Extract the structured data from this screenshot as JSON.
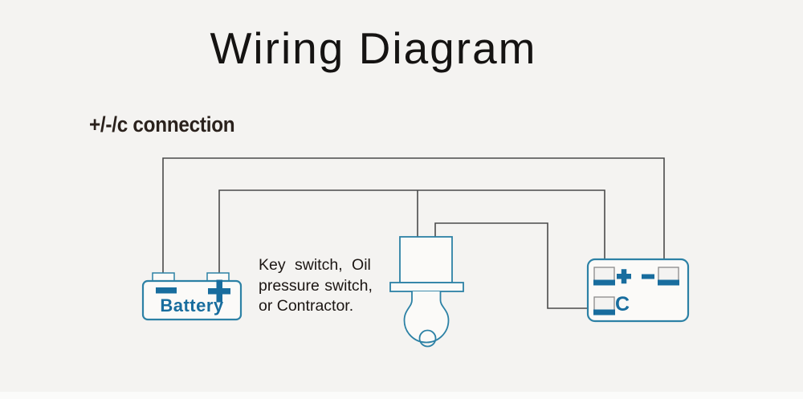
{
  "page": {
    "background": "#f4f3f1"
  },
  "header": {
    "title": "Wiring Diagram",
    "section_heading": "+/-/c connection"
  },
  "note": {
    "lines": [
      "Key switch, Oil",
      "pressure switch,",
      "or Contractor."
    ]
  },
  "battery": {
    "label": "Battery",
    "minus_sign": "-",
    "plus_sign": "+"
  },
  "controller": {
    "plus_sign": "+",
    "minus_sign": "-",
    "c_label": "C"
  },
  "colors": {
    "component_stroke": "#2c81a5",
    "component_fill_text": "#186d9e",
    "wire": "#4a4a4a",
    "terminal_outline": "#8a8a8a",
    "title_text": "#151312",
    "heading_text": "#2a211c",
    "note_text": "#1c1613",
    "component_interior": "#fbfaf8"
  }
}
